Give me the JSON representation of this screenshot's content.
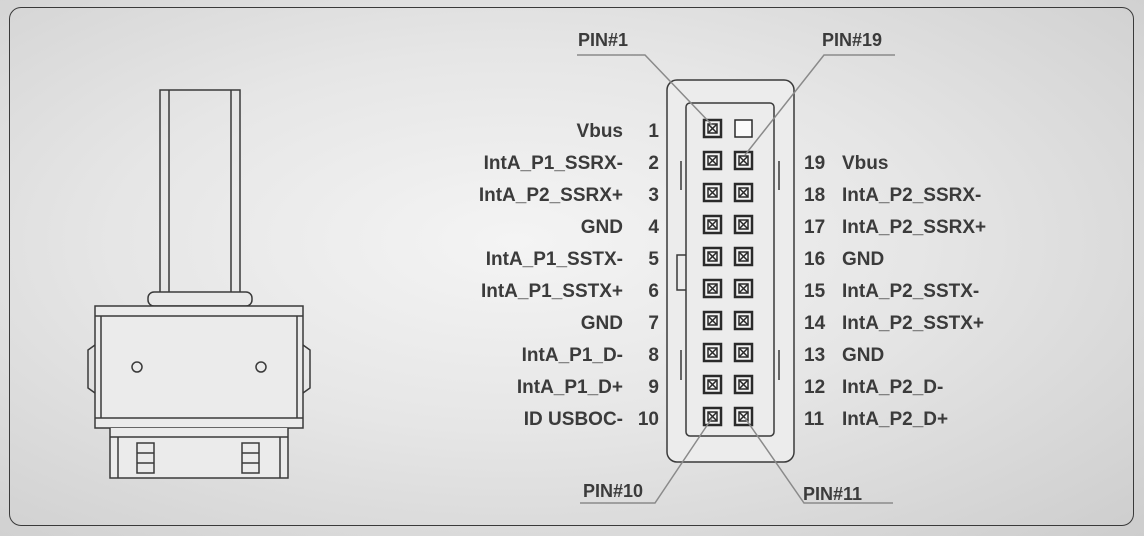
{
  "callouts": {
    "pin1": "PIN#1",
    "pin19": "PIN#19",
    "pin10": "PIN#10",
    "pin11": "PIN#11"
  },
  "left_pins": [
    {
      "num": "1",
      "name": "Vbus"
    },
    {
      "num": "2",
      "name": "IntA_P1_SSRX-"
    },
    {
      "num": "3",
      "name": "IntA_P2_SSRX+"
    },
    {
      "num": "4",
      "name": "GND"
    },
    {
      "num": "5",
      "name": "IntA_P1_SSTX-"
    },
    {
      "num": "6",
      "name": "IntA_P1_SSTX+"
    },
    {
      "num": "7",
      "name": "GND"
    },
    {
      "num": "8",
      "name": "IntA_P1_D-"
    },
    {
      "num": "9",
      "name": "IntA_P1_D+"
    },
    {
      "num": "10",
      "name": "ID USBOC-"
    }
  ],
  "right_pins": [
    {
      "num": "19",
      "name": "Vbus"
    },
    {
      "num": "18",
      "name": "IntA_P2_SSRX-"
    },
    {
      "num": "17",
      "name": "IntA_P2_SSRX+"
    },
    {
      "num": "16",
      "name": "GND"
    },
    {
      "num": "15",
      "name": "IntA_P2_SSTX-"
    },
    {
      "num": "14",
      "name": "IntA_P2_SSTX+"
    },
    {
      "num": "13",
      "name": "GND"
    },
    {
      "num": "12",
      "name": "IntA_P2_D-"
    },
    {
      "num": "11",
      "name": "IntA_P2_D+"
    }
  ],
  "colors": {
    "line": "#3a3a3a",
    "text": "#3b3b3b",
    "leader": "#8a8a8a"
  }
}
